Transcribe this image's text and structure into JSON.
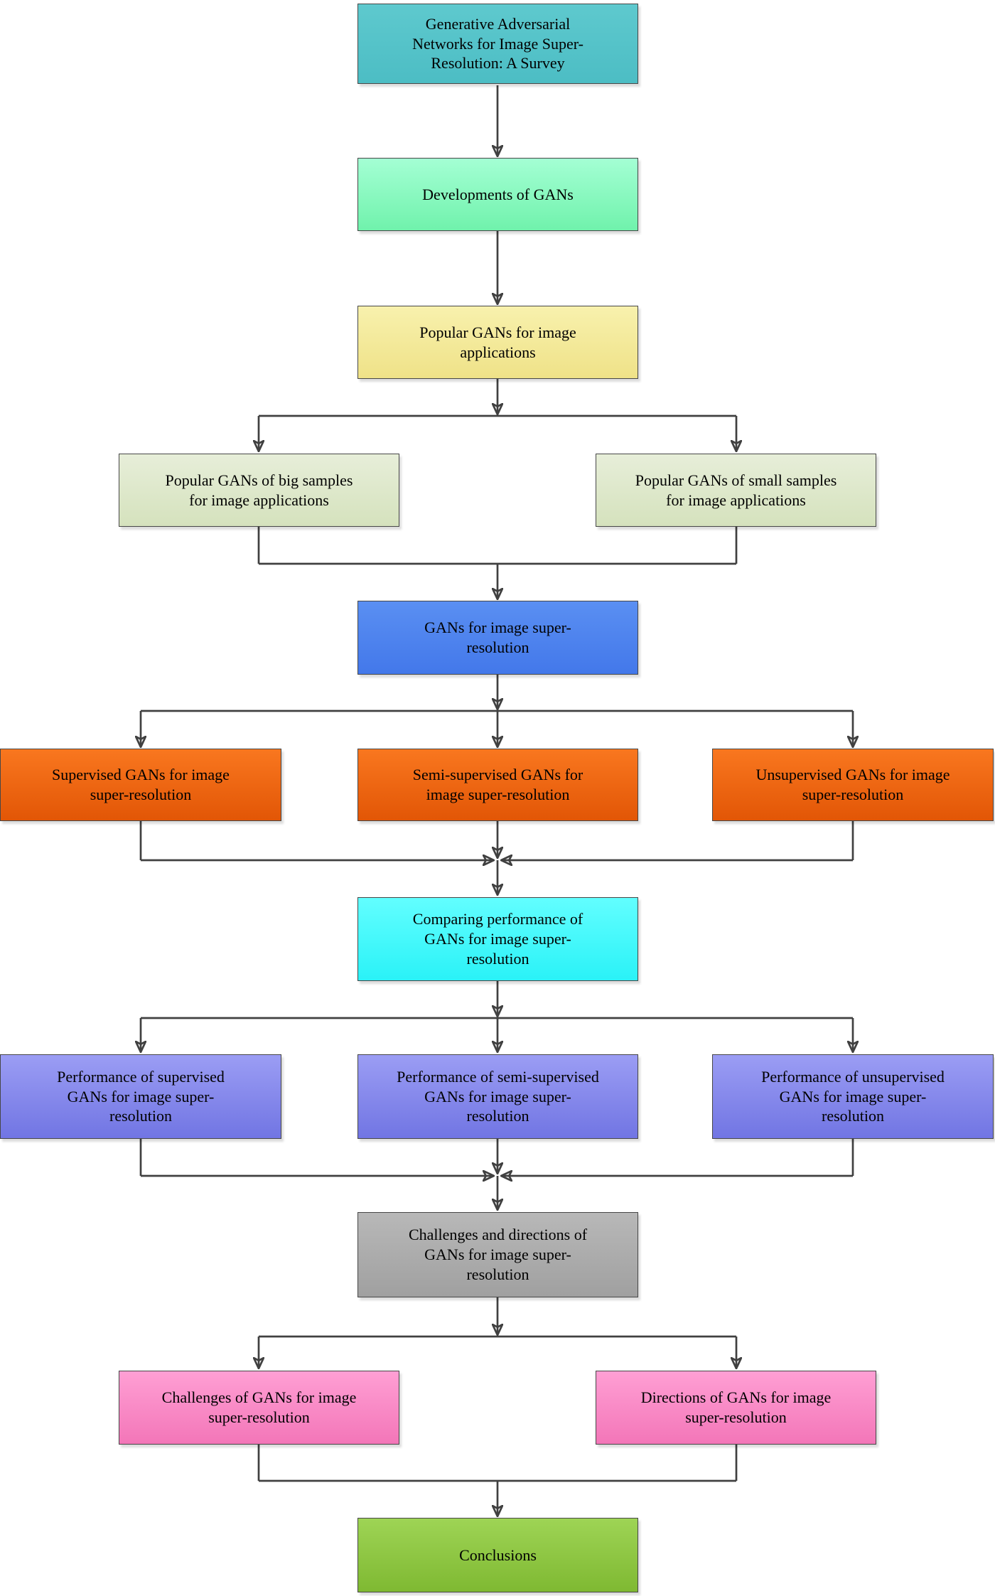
{
  "diagram": {
    "nodes": {
      "title": {
        "label": "Generative Adversarial\nNetworks for Image Super-\nResolution: A Survey",
        "color": "#54c3c9"
      },
      "developments": {
        "label": "Developments of GANs",
        "color": "#84fcc0"
      },
      "popular": {
        "label": "Popular GANs for image\napplications",
        "color": "#f4ea9e"
      },
      "big_samples": {
        "label": "Popular GANs of big samples\nfor image applications",
        "color": "#dde8ca"
      },
      "small_samples": {
        "label": "Popular GANs of small samples\nfor image applications",
        "color": "#dde8ca"
      },
      "gans_sr": {
        "label": "GANs for image super-\nresolution",
        "color": "#4d86f0"
      },
      "supervised": {
        "label": "Supervised GANs for image\nsuper-resolution",
        "color": "#ee6511"
      },
      "semi_supervised": {
        "label": "Semi-supervised GANs for\nimage super-resolution",
        "color": "#ee6511"
      },
      "unsupervised": {
        "label": "Unsupervised GANs for image\nsuper-resolution",
        "color": "#ee6511"
      },
      "comparing": {
        "label": "Comparing performance of\nGANs for image super-\nresolution",
        "color": "#3ffafd"
      },
      "perf_supervised": {
        "label": "Performance of supervised\nGANs for image super-\nresolution",
        "color": "#8487ec"
      },
      "perf_semi_supervised": {
        "label": "Performance of semi-supervised\nGANs for image super-\nresolution",
        "color": "#8487ec"
      },
      "perf_unsupervised": {
        "label": "Performance of unsupervised\nGANs for image super-\nresolution",
        "color": "#8487ec"
      },
      "challenges_directions": {
        "label": "Challenges and directions of\nGANs for image super-\nresolution",
        "color": "#ababab"
      },
      "challenges": {
        "label": "Challenges of GANs for image\nsuper-resolution",
        "color": "#fa8ac7"
      },
      "directions": {
        "label": "Directions of GANs for image\nsuper-resolution",
        "color": "#fa8ac7"
      },
      "conclusions": {
        "label": "Conclusions",
        "color": "#8ec63f"
      }
    },
    "edges": [
      {
        "from": "title",
        "to": "developments"
      },
      {
        "from": "developments",
        "to": "popular"
      },
      {
        "from": "popular",
        "to": "big_samples"
      },
      {
        "from": "popular",
        "to": "small_samples"
      },
      {
        "from": "big_samples",
        "to": "gans_sr"
      },
      {
        "from": "small_samples",
        "to": "gans_sr"
      },
      {
        "from": "gans_sr",
        "to": "supervised"
      },
      {
        "from": "gans_sr",
        "to": "semi_supervised"
      },
      {
        "from": "gans_sr",
        "to": "unsupervised"
      },
      {
        "from": "supervised",
        "to": "comparing"
      },
      {
        "from": "semi_supervised",
        "to": "comparing"
      },
      {
        "from": "unsupervised",
        "to": "comparing"
      },
      {
        "from": "comparing",
        "to": "perf_supervised"
      },
      {
        "from": "comparing",
        "to": "perf_semi_supervised"
      },
      {
        "from": "comparing",
        "to": "perf_unsupervised"
      },
      {
        "from": "perf_supervised",
        "to": "challenges_directions"
      },
      {
        "from": "perf_semi_supervised",
        "to": "challenges_directions"
      },
      {
        "from": "perf_unsupervised",
        "to": "challenges_directions"
      },
      {
        "from": "challenges_directions",
        "to": "challenges"
      },
      {
        "from": "challenges_directions",
        "to": "directions"
      },
      {
        "from": "challenges",
        "to": "conclusions"
      },
      {
        "from": "directions",
        "to": "conclusions"
      }
    ],
    "line_color": "#404040"
  }
}
